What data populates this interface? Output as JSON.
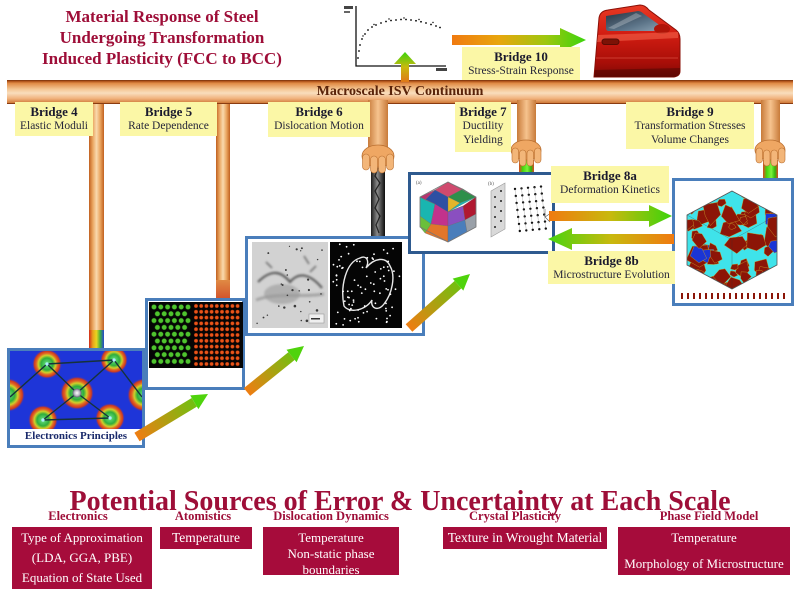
{
  "header": {
    "title_lines": [
      "Material Response of Steel",
      "Undergoing Transformation",
      "Induced Plasticity (FCC to BCC)"
    ]
  },
  "macroscale": {
    "label": "Macroscale ISV Continuum"
  },
  "bridges": {
    "b4": {
      "name": "Bridge 4",
      "sub1": "Elastic Moduli"
    },
    "b5": {
      "name": "Bridge 5",
      "sub1": "Rate Dependence"
    },
    "b6": {
      "name": "Bridge 6",
      "sub1": "Dislocation Motion"
    },
    "b7": {
      "name": "Bridge 7",
      "sub1": "Ductility",
      "sub2": "Yielding"
    },
    "b8a": {
      "name": "Bridge 8a",
      "sub1": "Deformation Kinetics"
    },
    "b8b": {
      "name": "Bridge 8b",
      "sub1": "Microstructure Evolution"
    },
    "b9": {
      "name": "Bridge 9",
      "sub1": "Transformation Stresses",
      "sub2": "Volume Changes"
    },
    "b10": {
      "name": "Bridge 10",
      "sub1": "Stress-Strain Response"
    }
  },
  "scales": {
    "electronics_caption": "Electronics Principles",
    "crystal_label_a": "(a)",
    "crystal_label_b": "(b)"
  },
  "errors": {
    "title": "Potential Sources of Error & Uncertainty at Each Scale",
    "columns": [
      {
        "header": "Electronics",
        "items": [
          "Type of Approximation",
          "(LDA, GGA, PBE)",
          "Equation of State Used"
        ]
      },
      {
        "header": "Atomistics",
        "items": [
          "Temperature"
        ]
      },
      {
        "header": "Dislocation Dynamics",
        "items": [
          "Temperature",
          "Non-static phase boundaries"
        ]
      },
      {
        "header": "Crystal Plasticity",
        "items": [
          "Texture in Wrought Material"
        ]
      },
      {
        "header": "Phase Field Model",
        "items": [
          "Temperature",
          "Morphology of Microstructure"
        ]
      }
    ]
  },
  "colors": {
    "maroon": "#9e0e38",
    "error_box_red": "#a60c3b",
    "bridge_yellow": "#fbf7a6",
    "frame_blue": "#4a7ebb",
    "arrow_orange": "#ef7d12",
    "arrow_green": "#55cf10",
    "bar_orange": "#e08a44"
  }
}
